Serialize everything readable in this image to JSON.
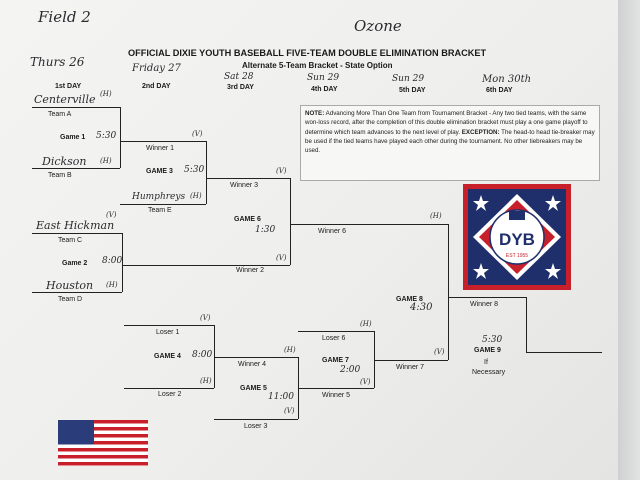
{
  "handwritten": {
    "field": "Field 2",
    "venue": "Ozone",
    "date_day1": "Thurs 26",
    "date_day2": "Friday 27",
    "date_day3": "Sat 28",
    "date_day4": "Sun 29",
    "date_day5": "Sun 29",
    "date_day6": "Mon 30th"
  },
  "title": "OFFICIAL DIXIE YOUTH BASEBALL FIVE-TEAM DOUBLE ELIMINATION BRACKET",
  "subtitle": "Alternate 5-Team Bracket - State Option",
  "days": [
    "1st DAY",
    "2nd DAY",
    "3rd DAY",
    "4th DAY",
    "5th DAY",
    "6th DAY"
  ],
  "note": {
    "label": "NOTE:",
    "text1": " Advancing More Than One Team from Tournament Bracket - Any two tied teams, with the same won-loss record, after the completion of this double elimination bracket must play a one game playoff to determine which team advances to the next level of play. ",
    "exception_label": "EXCEPTION:",
    "text2": " The head-to head tie-breaker may be used if the tied teams have played each other during the tournament. No other tiebreakers may be used."
  },
  "teams": {
    "a": {
      "label": "Team A",
      "written": "Centerville",
      "mark": "(H)"
    },
    "b": {
      "label": "Team B",
      "written": "Dickson",
      "mark": "(H)"
    },
    "c": {
      "label": "Team C",
      "written": "East Hickman",
      "mark": "(V)"
    },
    "d": {
      "label": "Team D",
      "written": "Houston",
      "mark": "(H)"
    },
    "e": {
      "label": "Team E",
      "written": "Humphreys",
      "mark": "(H)"
    }
  },
  "games": {
    "g1": {
      "label": "Game 1",
      "time": "5:30"
    },
    "g2": {
      "label": "Game 2",
      "time": "8:00"
    },
    "g3": {
      "label": "GAME 3",
      "time": "5:30"
    },
    "g4": {
      "label": "GAME 4",
      "time": "8:00"
    },
    "g5": {
      "label": "GAME 5",
      "time": "11:00"
    },
    "g6": {
      "label": "GAME 6",
      "time": "1:30"
    },
    "g7": {
      "label": "GAME 7",
      "time": "2:00"
    },
    "g8": {
      "label": "GAME 8",
      "time": "4:30"
    },
    "g9": {
      "label": "GAME 9",
      "time": "5:30",
      "cond1": "If",
      "cond2": "Necessary"
    }
  },
  "slots": {
    "winner1": "Winner 1",
    "winner2": "Winner 2",
    "winner3": "Winner 3",
    "winner4": "Winner 4",
    "winner5": "Winner 5",
    "winner6": "Winner 6",
    "winner7": "Winner 7",
    "winner8": "Winner 8",
    "loser1": "Loser 1",
    "loser2": "Loser 2",
    "loser3": "Loser 3",
    "loser6": "Loser 6"
  },
  "marks": {
    "v": "(V)",
    "h": "(H)"
  },
  "logo": {
    "text": "DYB",
    "est": "EST 1955"
  }
}
